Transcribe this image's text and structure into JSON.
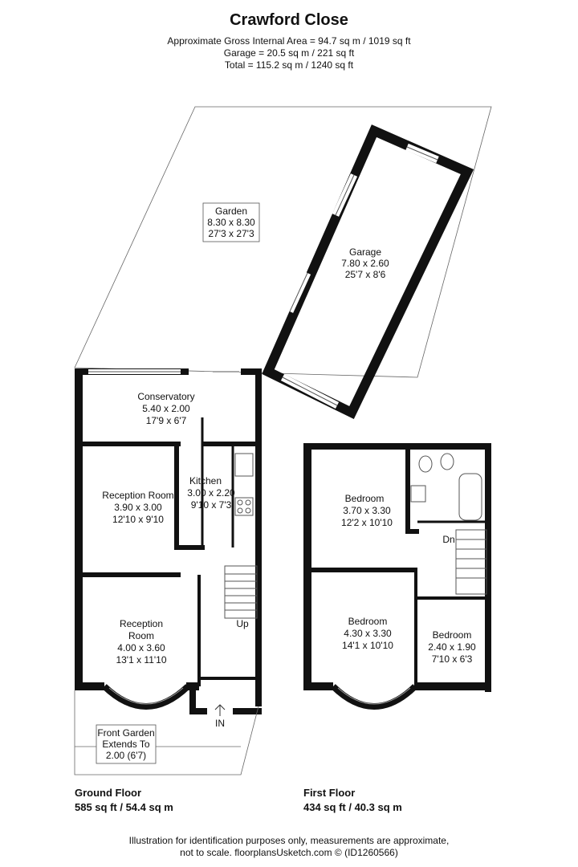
{
  "header": {
    "title": "Crawford Close",
    "gia": "Approximate Gross Internal Area = 94.7 sq m / 1019 sq ft",
    "garage": "Garage = 20.5 sq m / 221 sq ft",
    "total": "Total = 115.2 sq m / 1240 sq ft"
  },
  "rooms": {
    "garden": {
      "name": "Garden",
      "metric": "8.30 x 8.30",
      "imperial": "27'3 x 27'3"
    },
    "garage": {
      "name": "Garage",
      "metric": "7.80 x 2.60",
      "imperial": "25'7 x 8'6"
    },
    "conservatory": {
      "name": "Conservatory",
      "metric": "5.40 x 2.00",
      "imperial": "17'9 x 6'7"
    },
    "kitchen": {
      "name": "Kitchen",
      "metric": "3.00 x 2.20",
      "imperial": "9'10 x 7'3"
    },
    "reception1": {
      "name": "Reception Room",
      "metric": "3.90 x 3.00",
      "imperial": "12'10 x 9'10"
    },
    "reception2": {
      "name1": "Reception",
      "name2": "Room",
      "metric": "4.00 x 3.60",
      "imperial": "13'1 x 11'10"
    },
    "front_garden": {
      "line1": "Front Garden",
      "line2": "Extends To",
      "line3": "2.00 (6'7)"
    },
    "bedroom1": {
      "name": "Bedroom",
      "metric": "3.70 x 3.30",
      "imperial": "12'2 x 10'10"
    },
    "bedroom2": {
      "name": "Bedroom",
      "metric": "4.30 x 3.30",
      "imperial": "14'1 x 10'10"
    },
    "bedroom3": {
      "name": "Bedroom",
      "metric": "2.40 x 1.90",
      "imperial": "7'10 x 6'3"
    }
  },
  "markers": {
    "up": "Up",
    "dn": "Dn",
    "in": "IN"
  },
  "floors": {
    "ground": {
      "name": "Ground Floor",
      "area": "585 sq ft / 54.4 sq m"
    },
    "first": {
      "name": "First Floor",
      "area": "434 sq ft / 40.3 sq m"
    }
  },
  "footer": {
    "line1": "Illustration for identification purposes only, measurements are approximate,",
    "line2": "not to scale. floorplansUsketch.com © (ID1260566)"
  }
}
